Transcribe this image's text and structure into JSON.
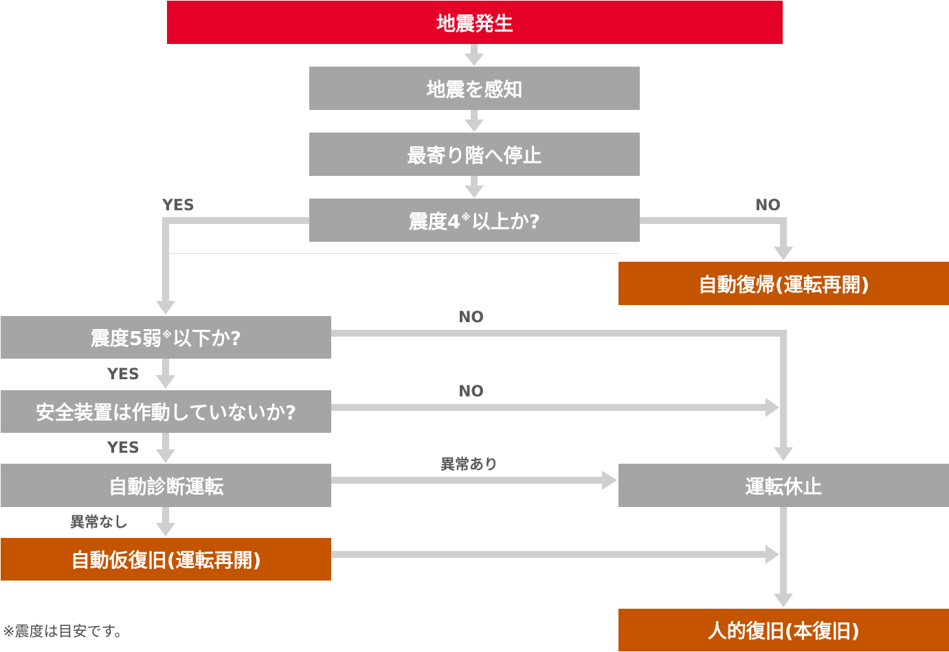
{
  "colors": {
    "start": "#e50027",
    "process": "#a5a5a5",
    "result": "#c45400",
    "connector": "#cfcfcf",
    "label": "#5a5a5a"
  },
  "nodes": {
    "start": "地震発生",
    "detect": "地震を感知",
    "stop_nearest": "最寄り階へ停止",
    "q_intensity4_pre": "震度4",
    "q_intensity4_mark": "※",
    "q_intensity4_post": "以上か?",
    "auto_return": "自動復帰(運転再開)",
    "q_intensity5_pre": "震度5弱",
    "q_intensity5_mark": "※",
    "q_intensity5_post": "以下か?",
    "q_safety": "安全装置は作動していないか?",
    "self_diag": "自動診断運転",
    "service_halt": "運転休止",
    "auto_temp_restore": "自動仮復旧(運転再開)",
    "manual_restore": "人的復旧(本復旧)"
  },
  "labels": {
    "q4_yes": "YES",
    "q4_no": "NO",
    "q5_no": "NO",
    "q5_yes": "YES",
    "safety_no": "NO",
    "safety_yes": "YES",
    "abnormal": "異常あり",
    "normal": "異常なし"
  },
  "footnote": "※震度は目安です。"
}
